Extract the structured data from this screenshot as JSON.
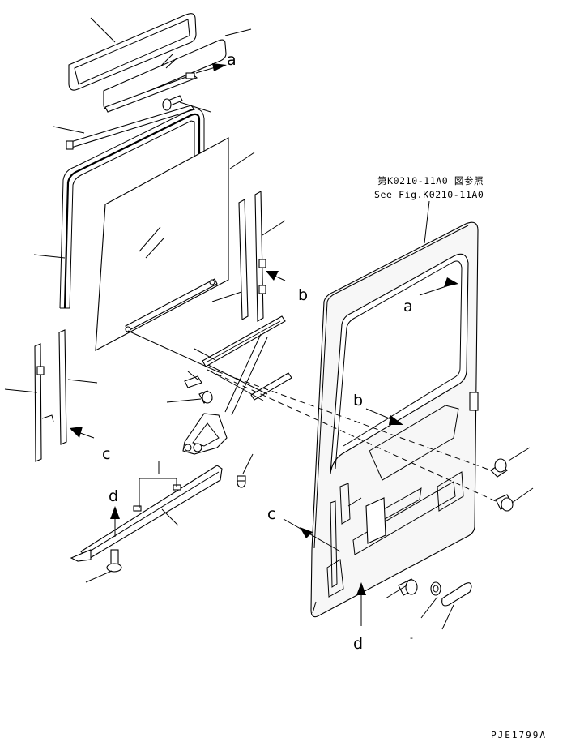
{
  "reference": {
    "line1": "第K0210-11A0 図参照",
    "line2": "See Fig.K0210-11A0"
  },
  "labels": {
    "a_top": "a",
    "a_door": "a",
    "b_right": "b",
    "b_door": "b",
    "c_left": "c",
    "c_door": "c",
    "d_left": "d",
    "d_door": "d"
  },
  "figure_code": "PJE1799A",
  "stray_mark": "-"
}
